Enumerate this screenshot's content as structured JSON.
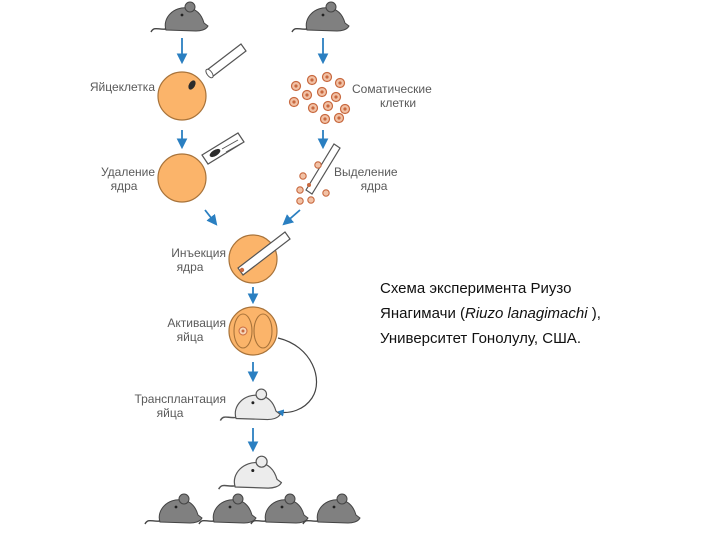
{
  "labels": {
    "egg_cell": "Яйцеклетка",
    "somatic_line1": "Соматические",
    "somatic_line2": "клетки",
    "removal_line1": "Удаление",
    "removal_line2": "ядра",
    "extraction_line1": "Выделение",
    "extraction_line2": "ядра",
    "injection_line1": "Инъекция",
    "injection_line2": "ядра",
    "activation_line1": "Активация",
    "activation_line2": "яйца",
    "transplant_line1": "Трансплантация",
    "transplant_line2": "яйца"
  },
  "caption": {
    "line1": "Схема эксперимента  Риузо",
    "line2_start": "Янагимачи (",
    "line2_italic": "Riuzo lanagimachi",
    "line2_end": " ),",
    "line3": "Университет Гонолулу, США."
  },
  "colors": {
    "cell": "#fbb46a",
    "cell_stroke": "#a8733a",
    "arrow": "#2a7fc1",
    "mouse_light": "#ececec",
    "mouse_dark": "#808080",
    "somatic_cell": "#c8693f"
  }
}
